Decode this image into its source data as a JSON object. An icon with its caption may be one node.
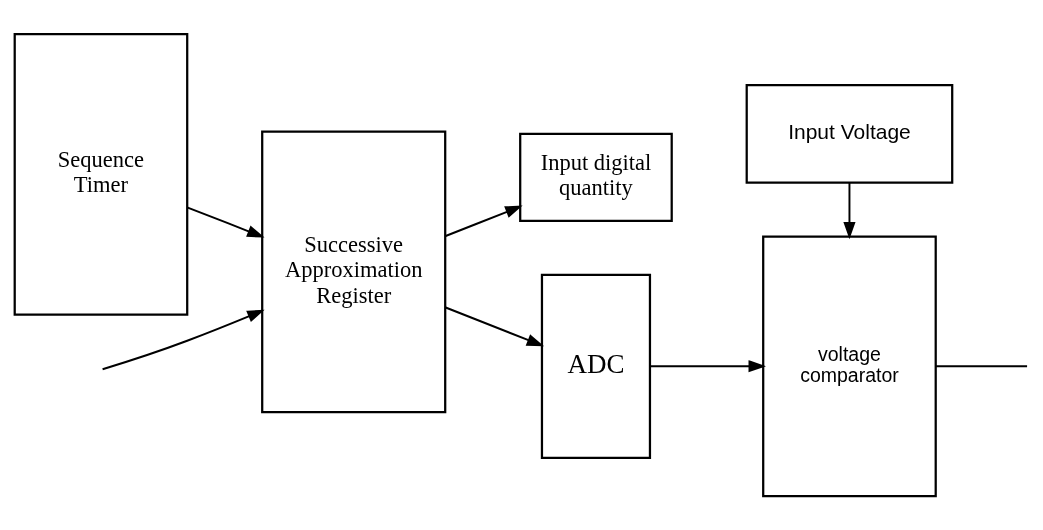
{
  "diagram": {
    "nodes": [
      {
        "text": [
          "Input Voltage"
        ]
      },
      {
        "text": [
          "Input digital quantity"
        ]
      },
      {
        "text": [
          "Sequence Timer"
        ]
      },
      {
        "text": [
          "Successive Approximation Register"
        ]
      },
      {
        "text": [
          "ADC"
        ]
      },
      {
        "text": [
          "voltage comparator"
        ]
      }
    ],
    "edges": [
      {
        "from": 2,
        "to": 3,
        "arrow": "to"
      },
      {
        "from": 3,
        "to": 4,
        "arrow": "to"
      },
      {
        "from": 3,
        "to": 1,
        "arrow": "to"
      },
      {
        "from": 0,
        "to": 5,
        "arrow": "to"
      },
      {
        "from": 4,
        "to": 5,
        "arrow": "to"
      },
      {
        "from": null,
        "to": 3,
        "arrow": "to"
      },
      {
        "from": 5,
        "to": null,
        "arrow": "none"
      }
    ]
  }
}
